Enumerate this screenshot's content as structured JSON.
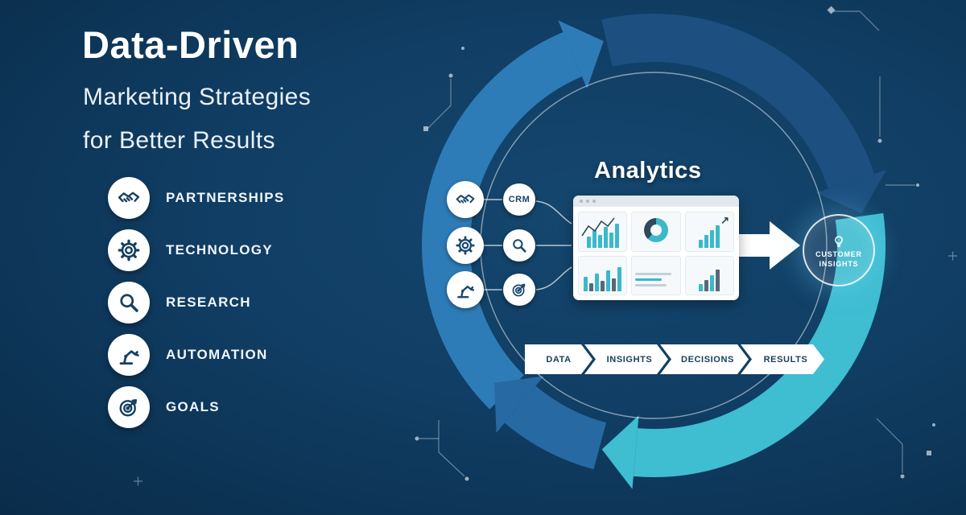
{
  "header": {
    "title": "Data-Driven",
    "subtitle_line1": "Marketing Strategies",
    "subtitle_line2": "for Better Results"
  },
  "features": [
    {
      "label": "PARTNERSHIPS",
      "icon": "handshake-icon"
    },
    {
      "label": "TECHNOLOGY",
      "icon": "gear-icon"
    },
    {
      "label": "RESEARCH",
      "icon": "magnifier-icon"
    },
    {
      "label": "AUTOMATION",
      "icon": "robot-arm-icon"
    },
    {
      "label": "GOALS",
      "icon": "target-icon"
    }
  ],
  "diagram": {
    "title": "Analytics",
    "crm_label": "CRM",
    "customer_insights_line1": "CUSTOMER",
    "customer_insights_line2": "INSIGHTS",
    "flow_steps": [
      "DATA",
      "INSIGHTS",
      "DECISIONS",
      "RESULTS"
    ],
    "colors": {
      "background": "#103d63",
      "ring_blue": "#2e7cb7",
      "ring_dark": "#1d5080",
      "ring_teal": "#3fbdd1",
      "ring_mid": "#2769a3",
      "accent_teal": "#3bb8cb",
      "donut_dark": "#31495c"
    },
    "dashboard": {
      "chart1_bars": [
        14,
        22,
        16,
        26,
        19,
        30
      ],
      "chart1_line": "1,26 9,14 17,20 25,8 33,14 41,4",
      "chart2_donut": {
        "teal_pct": 62,
        "dark_pct": 38
      },
      "chart3_bars": [
        10,
        16,
        22,
        28
      ],
      "chart4_bars": [
        18,
        10,
        22,
        13,
        26,
        16,
        30
      ],
      "chart6_bars": [
        9,
        14,
        20,
        27
      ]
    }
  }
}
